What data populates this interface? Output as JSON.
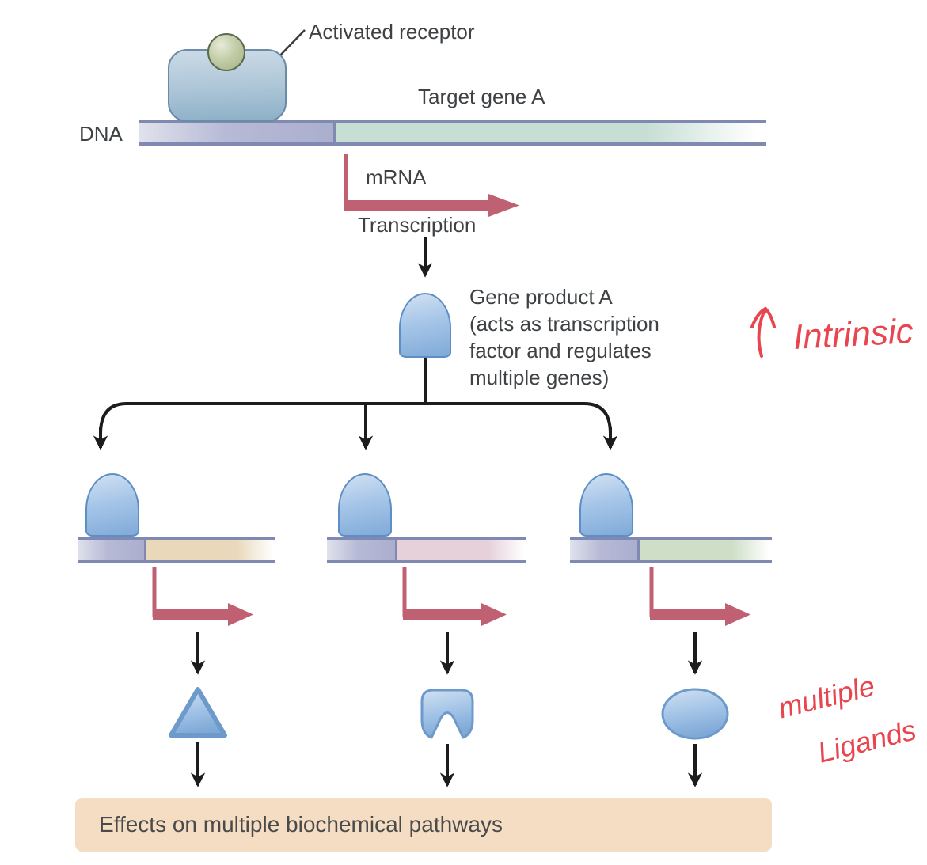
{
  "diagram": {
    "receptor": {
      "label": "Activated receptor",
      "ligand_icon": "ligand-ball"
    },
    "dna": {
      "track_label": "DNA",
      "gene_label": "Target gene A"
    },
    "transcription": {
      "mrna_label": "mRNA",
      "label": "Transcription"
    },
    "gene_product": {
      "lines": [
        "Gene product A",
        "(acts as transcription",
        "factor and regulates",
        "multiple genes)"
      ],
      "shape": "dome"
    },
    "target_genes": [
      {
        "segment_color_name": "tan",
        "product_shape": "triangle"
      },
      {
        "segment_color_name": "pink",
        "product_shape": "notched-square"
      },
      {
        "segment_color_name": "green",
        "product_shape": "oval"
      }
    ],
    "effects": {
      "label": "Effects on multiple biochemical pathways"
    },
    "annotations": {
      "intrinsic": {
        "arrow_icon": "up-arrow",
        "text": "Intrinsic"
      },
      "ligands": {
        "line1": "multiple",
        "line2": "Ligands"
      }
    },
    "colors": {
      "black_arrow": "#1c1c1c",
      "red_arrow": "#c06173",
      "annotation_red": "#e8454e",
      "dome_blue_border": "#6d9aca",
      "dna_border": "#7f89b2",
      "dna_purple": "#abafce",
      "dna_teal": "#c6ded4",
      "gene1_tan": "#e9d9ba",
      "gene2_pink": "#e6d0da",
      "gene3_green": "#cfdfc7",
      "effects_bar_bg": "#f4ddc2",
      "receptor_blue": "#a5c0d4",
      "ligand_green": "#b6c29a"
    }
  }
}
